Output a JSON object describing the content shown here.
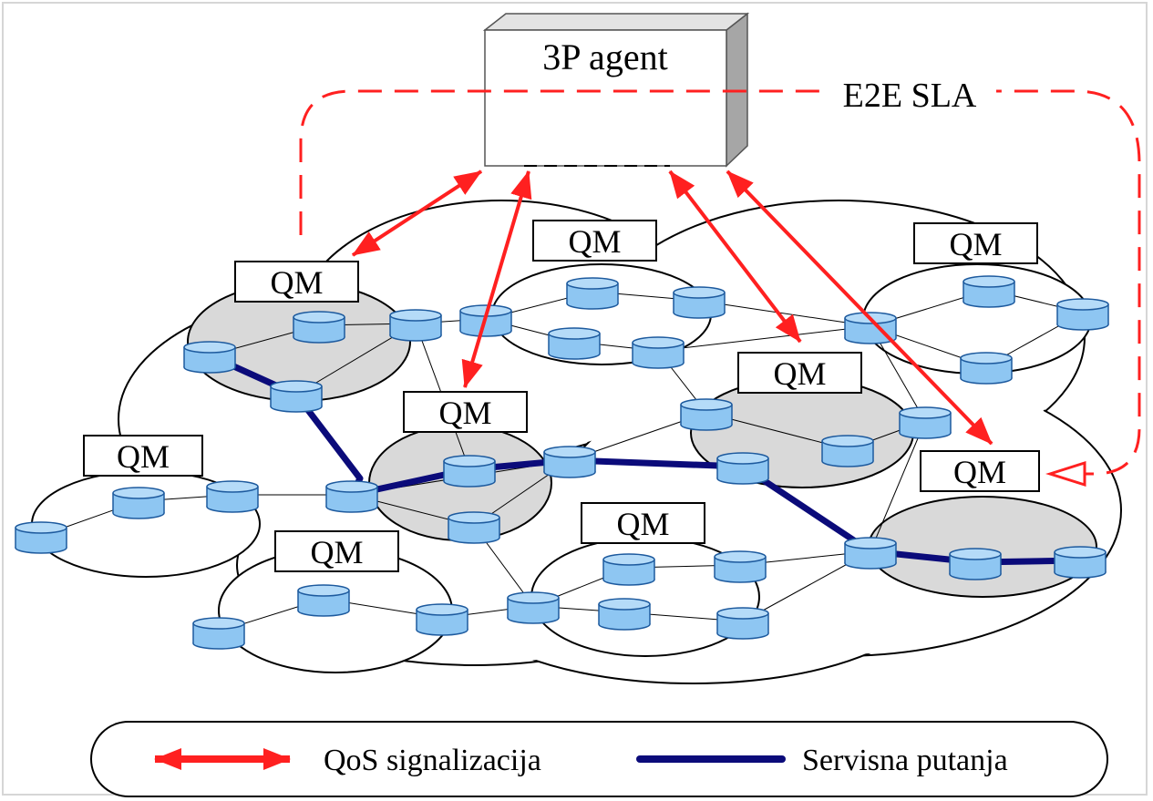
{
  "agent": {
    "label": "3P agent"
  },
  "sla": {
    "label": "E2E SLA"
  },
  "qm_label": "QM",
  "legend": {
    "signaling_label": "QoS signalizacija",
    "path_label": "Servisna putanja"
  },
  "colors": {
    "signaling": "#ff2020",
    "service_path": "#0b0b7a",
    "router_fill": "#8ec6f2",
    "router_stroke": "#1d5a9e",
    "domain_gray": "#d9d9d9",
    "agent_side": "#a6a6a6"
  },
  "icons": [
    "router-icon",
    "double-arrow-icon",
    "thick-line-icon"
  ]
}
